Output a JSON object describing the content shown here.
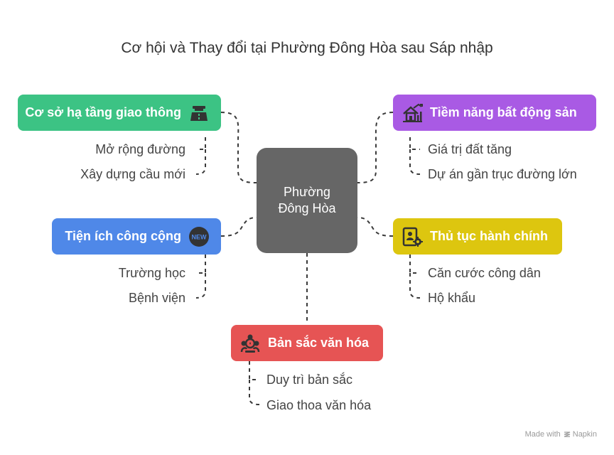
{
  "title": "Cơ hội và Thay đổi tại Phường Đông Hòa sau Sáp nhập",
  "center": {
    "label": "Phường Đông Hòa",
    "color": "#666666"
  },
  "branches": [
    {
      "id": "transport",
      "label": "Cơ sở hạ tầng giao thông",
      "color": "#3cc384",
      "icon": "road-icon",
      "items": [
        "Mở rộng đường",
        "Xây dựng cầu mới"
      ]
    },
    {
      "id": "realestate",
      "label": "Tiềm năng bất động sản",
      "color": "#a95ae4",
      "icon": "house-chart-icon",
      "items": [
        "Giá trị đất tăng",
        "Dự án gần trục đường lớn"
      ]
    },
    {
      "id": "utilities",
      "label": "Tiện ích công cộng",
      "color": "#4f88e8",
      "icon": "new-badge-icon",
      "badge_text": "NEW",
      "items": [
        "Trường học",
        "Bệnh viện"
      ]
    },
    {
      "id": "admin",
      "label": "Thủ tục hành chính",
      "color": "#ddc60f",
      "icon": "id-card-gear-icon",
      "items": [
        "Căn cước công dân",
        "Hộ khẩu"
      ]
    },
    {
      "id": "culture",
      "label": "Bản sắc văn hóa",
      "color": "#e65454",
      "icon": "community-icon",
      "items": [
        "Duy trì bản sắc",
        "Giao thoa văn hóa"
      ]
    }
  ],
  "footer": {
    "made_with": "Made with",
    "brand": "Napkin"
  }
}
